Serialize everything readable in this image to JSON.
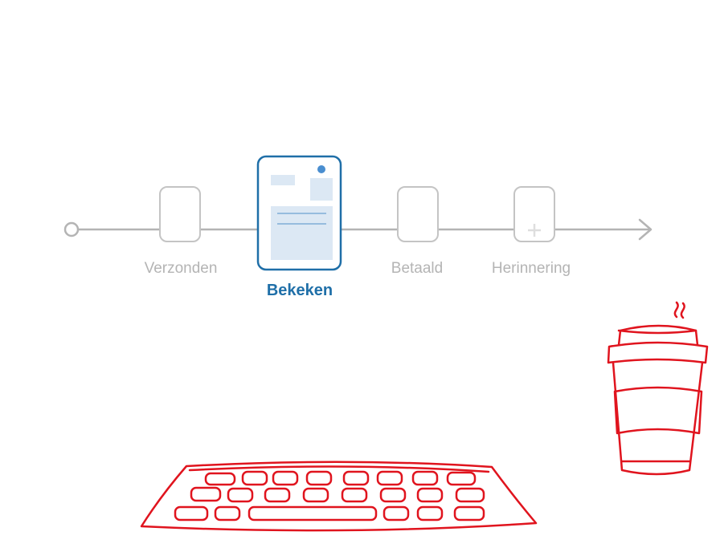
{
  "timeline": {
    "steps": [
      {
        "label": "Verzonden",
        "state": "inactive"
      },
      {
        "label": "Bekeken",
        "state": "active"
      },
      {
        "label": "Betaald",
        "state": "inactive"
      },
      {
        "label": "Herinnering",
        "state": "inactive"
      }
    ]
  },
  "colors": {
    "inactive_gray": "#b4b4b4",
    "active_blue": "#1f6fa8",
    "active_fill": "#dce8f4",
    "illustration_red": "#e0141e"
  },
  "icons": {
    "start": "circle-start-icon",
    "end": "arrow-right-icon",
    "add": "plus-icon",
    "doc": "document-icon",
    "cup": "coffee-cup-icon",
    "keyboard": "keyboard-icon"
  }
}
